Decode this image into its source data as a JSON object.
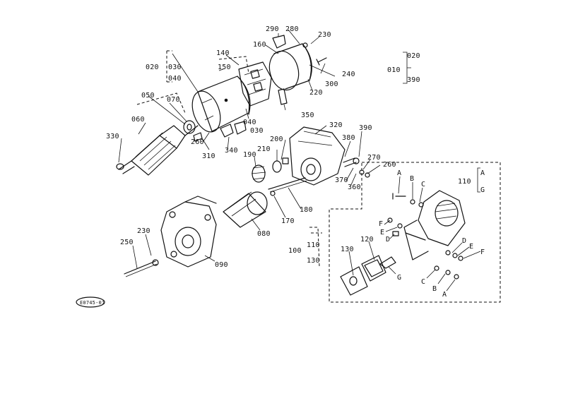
{
  "callouts": [
    {
      "id": "c290",
      "text": "290"
    },
    {
      "id": "c280",
      "text": "280"
    },
    {
      "id": "c230a",
      "text": "230"
    },
    {
      "id": "c160",
      "text": "160"
    },
    {
      "id": "c140",
      "text": "140"
    },
    {
      "id": "c150",
      "text": "150"
    },
    {
      "id": "c240",
      "text": "240"
    },
    {
      "id": "c300",
      "text": "300"
    },
    {
      "id": "c220",
      "text": "220"
    },
    {
      "id": "c020a",
      "text": "020"
    },
    {
      "id": "c030a",
      "text": "030"
    },
    {
      "id": "c040a",
      "text": "040"
    },
    {
      "id": "c050",
      "text": "050"
    },
    {
      "id": "c070",
      "text": "070"
    },
    {
      "id": "c060",
      "text": "060"
    },
    {
      "id": "c040b",
      "text": "040"
    },
    {
      "id": "c030b",
      "text": "030"
    },
    {
      "id": "c350",
      "text": "350"
    },
    {
      "id": "c330",
      "text": "330"
    },
    {
      "id": "c260a",
      "text": "260"
    },
    {
      "id": "c310",
      "text": "310"
    },
    {
      "id": "c340",
      "text": "340"
    },
    {
      "id": "c320",
      "text": "320"
    },
    {
      "id": "c390a",
      "text": "390"
    },
    {
      "id": "c380",
      "text": "380"
    },
    {
      "id": "c200",
      "text": "200"
    },
    {
      "id": "c210",
      "text": "210"
    },
    {
      "id": "c190",
      "text": "190"
    },
    {
      "id": "c270",
      "text": "270"
    },
    {
      "id": "c260b",
      "text": "260"
    },
    {
      "id": "c370",
      "text": "370"
    },
    {
      "id": "c360",
      "text": "360"
    },
    {
      "id": "c180",
      "text": "180"
    },
    {
      "id": "c170",
      "text": "170"
    },
    {
      "id": "c080",
      "text": "080"
    },
    {
      "id": "c230b",
      "text": "230"
    },
    {
      "id": "c250",
      "text": "250"
    },
    {
      "id": "c090",
      "text": "090"
    },
    {
      "id": "c100",
      "text": "100"
    },
    {
      "id": "c110a",
      "text": "110"
    },
    {
      "id": "c130a",
      "text": "130"
    },
    {
      "id": "c010",
      "text": "010"
    },
    {
      "id": "c020b",
      "text": "020"
    },
    {
      "id": "c390b",
      "text": "390"
    },
    {
      "id": "c110b",
      "text": "110"
    },
    {
      "id": "cA1",
      "text": "A"
    },
    {
      "id": "cG1",
      "text": "G"
    },
    {
      "id": "cA2",
      "text": "A"
    },
    {
      "id": "cB1",
      "text": "B"
    },
    {
      "id": "cC1",
      "text": "C"
    },
    {
      "id": "cF1",
      "text": "F"
    },
    {
      "id": "cE1",
      "text": "E"
    },
    {
      "id": "cD1",
      "text": "D"
    },
    {
      "id": "c120",
      "text": "120"
    },
    {
      "id": "c130b",
      "text": "130"
    },
    {
      "id": "cG2",
      "text": "G"
    },
    {
      "id": "cD2",
      "text": "D"
    },
    {
      "id": "cE2",
      "text": "E"
    },
    {
      "id": "cF2",
      "text": "F"
    },
    {
      "id": "cC2",
      "text": "C"
    },
    {
      "id": "cB2",
      "text": "B"
    },
    {
      "id": "cA3",
      "text": "A"
    }
  ],
  "stamp": "E0745-01"
}
